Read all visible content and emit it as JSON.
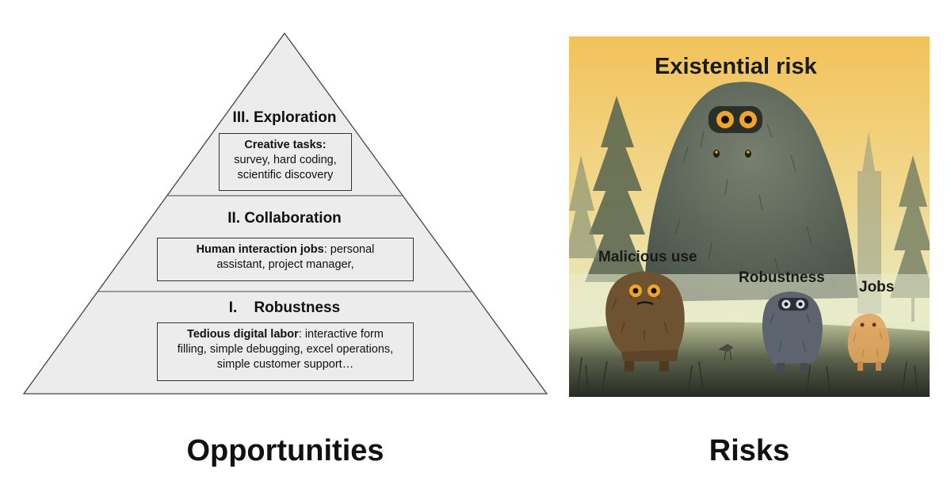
{
  "opportunities": {
    "caption": "Opportunities",
    "tiers": [
      {
        "title": "III. Exploration",
        "box_bold": "Creative tasks:",
        "box_lines": [
          "survey, hard coding,",
          "scientific discovery"
        ]
      },
      {
        "title": "II. Collaboration",
        "box_bold": "Human interaction jobs",
        "box_rest": ": personal",
        "box_lines": [
          "assistant, project manager,"
        ]
      },
      {
        "title": "I.    Robustness",
        "box_bold": "Tedious digital labor",
        "box_rest": ": interactive form",
        "box_lines": [
          "filling, simple debugging, excel operations,",
          "simple customer support…"
        ]
      }
    ]
  },
  "risks": {
    "caption": "Risks",
    "labels": {
      "existential": "Existential risk",
      "malicious": "Malicious use",
      "robustness": "Robustness",
      "jobs": "Jobs"
    },
    "colors": {
      "sky_top": "#f2c25a",
      "sky_bottom": "#e9edc8",
      "big_monster": "#5b665c",
      "malicious_monster": "#6e5232",
      "robustness_monster": "#5d6470",
      "jobs_monster": "#e2a55f",
      "eye": "#f0a42a"
    }
  }
}
